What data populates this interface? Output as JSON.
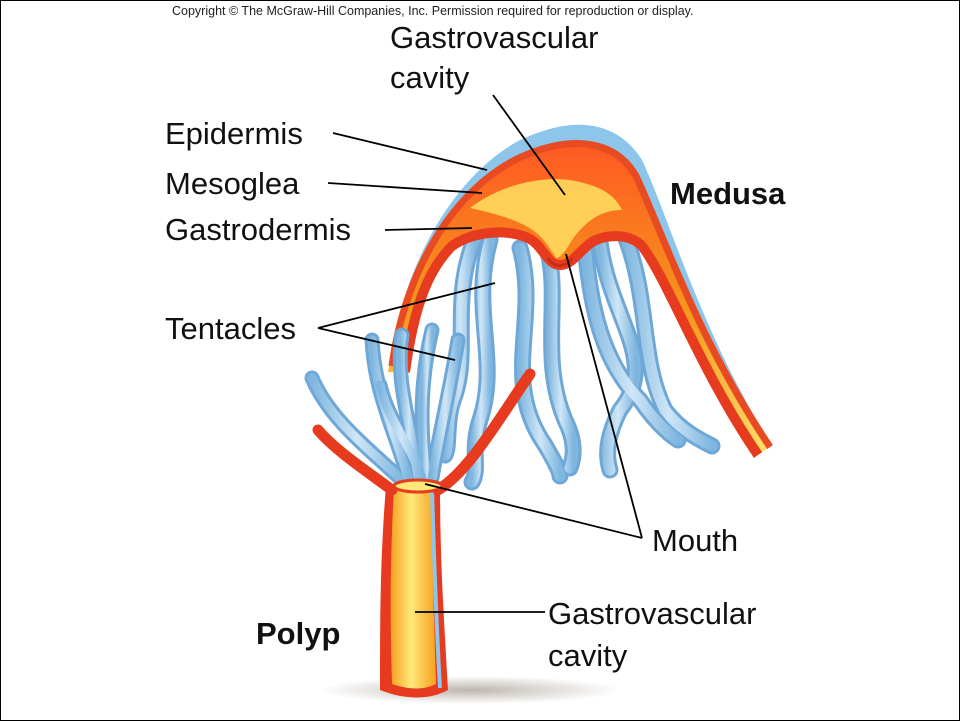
{
  "copyright": "Copyright © The McGraw-Hill Companies, Inc. Permission required for reproduction or display.",
  "labels": {
    "gastrovascular_cavity_top": [
      "Gastrovascular",
      "cavity"
    ],
    "epidermis": "Epidermis",
    "mesoglea": "Mesoglea",
    "gastrodermis": "Gastrodermis",
    "medusa": "Medusa",
    "tentacles": "Tentacles",
    "mouth": "Mouth",
    "polyp": "Polyp",
    "gastrovascular_cavity_bottom": [
      "Gastrovascular",
      "cavity"
    ]
  },
  "colors": {
    "epidermis": "#8dc6ea",
    "mesoglea": "#e63b1f",
    "gastrodermis": "#f3a020",
    "cavity": "#ffe97a",
    "tentacle": "#a9d0ec",
    "leader": "#000000"
  }
}
